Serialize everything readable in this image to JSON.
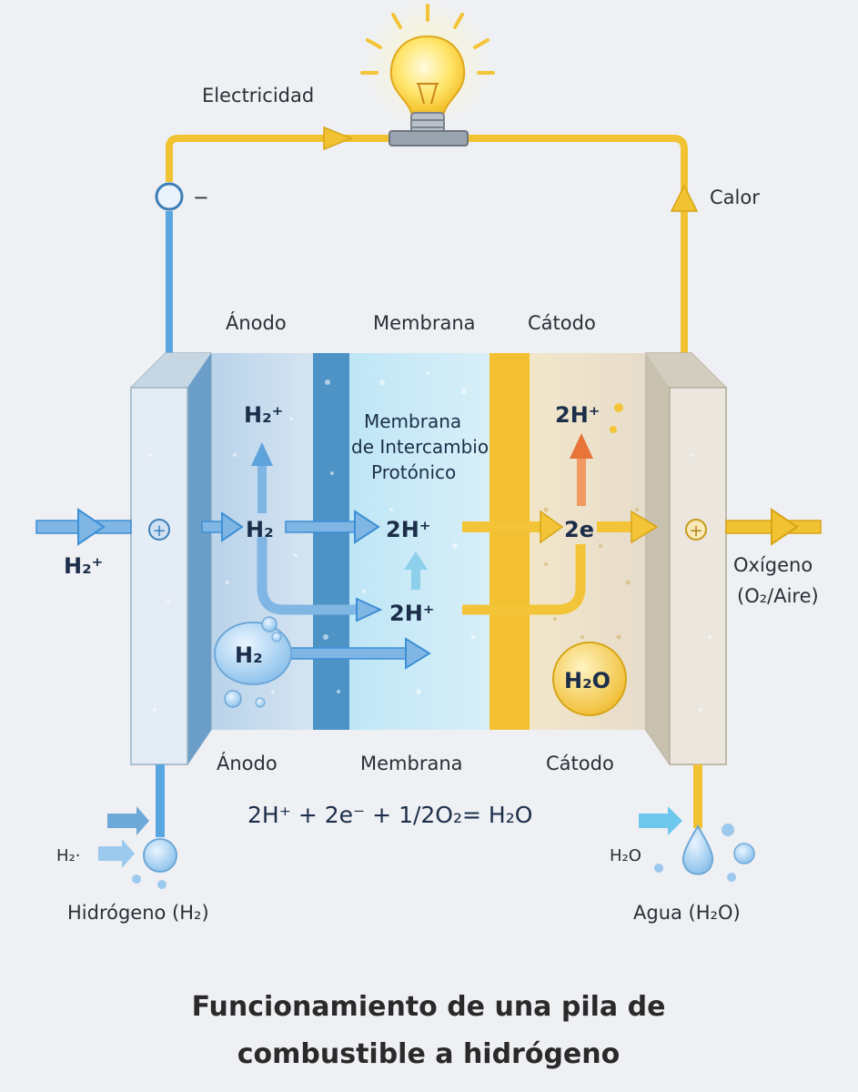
{
  "labels": {
    "electricidad": "Electricidad",
    "calor": "Calor",
    "anodo": "Ánodo",
    "membrana": "Membrana",
    "catodo": "Cátodo",
    "membrana_desc_1": "Membrana",
    "membrana_desc_2": "de Intercambio",
    "membrana_desc_3": "Protónico",
    "oxigeno_1": "Oxígeno",
    "oxigeno_2": "(O₂/Aire)",
    "hidrogeno": "Hidrógeno (H₂)",
    "agua": "Agua (H₂O)",
    "h2_input": "H₂⁺",
    "h2_small": "H₂·",
    "h2o_small": "H₂O",
    "minus": "−",
    "plus": "+"
  },
  "species": {
    "h2_up": "H₂⁺",
    "h2_mid": "H₂",
    "h2_bubble": "H₂",
    "proton_top": "2H⁺",
    "proton_bottom": "2H⁺",
    "electrons": "2e",
    "cathode_top": "2H⁺",
    "water": "H₂O"
  },
  "equation": "2H⁺ + 2e⁻ + 1/2O₂= H₂O",
  "title_line1": "Funcionamiento de una pila de",
  "title_line2": "combustible a hidrógeno",
  "colors": {
    "wire_yellow": "#f1c232",
    "wire_blue": "#5aa6e0",
    "anode": "#8bb8e0",
    "membrane": "#bfe3f4",
    "cathode": "#ecdcb8",
    "arrow_blue": "#3d8fd6",
    "arrow_yellow": "#f3c437",
    "arrow_orange": "#e8743a"
  }
}
